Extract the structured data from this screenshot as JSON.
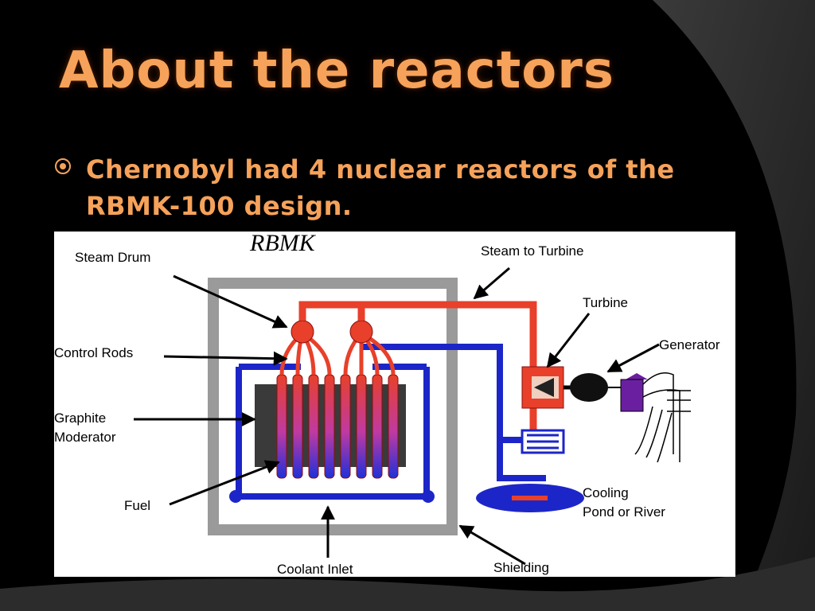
{
  "slide": {
    "title": "About the reactors",
    "bullets": [
      "Chernobyl had 4 nuclear reactors of the RBMK-100 design."
    ],
    "bullet_icon": "circled-dot-icon",
    "accent_color": "#f6a25a"
  },
  "diagram": {
    "heading": "RBMK",
    "labels": {
      "steam_drum": "Steam Drum",
      "control_rods": "Control Rods",
      "graphite_line1": "Graphite",
      "graphite_line2": "Moderator",
      "fuel": "Fuel",
      "coolant_inlet": "Coolant Inlet",
      "steam_to_turbine": "Steam to Turbine",
      "turbine": "Turbine",
      "generator": "Generator",
      "cooling_line1": "Cooling",
      "cooling_line2": "Pond or River",
      "shielding": "Shielding"
    },
    "colors": {
      "hot": "#e8402a",
      "cold": "#1c26c8",
      "shielding": "#9a9a9a",
      "graphite": "#3a3a3a",
      "generator": "#101010",
      "transformer": "#6a1fa0"
    }
  }
}
